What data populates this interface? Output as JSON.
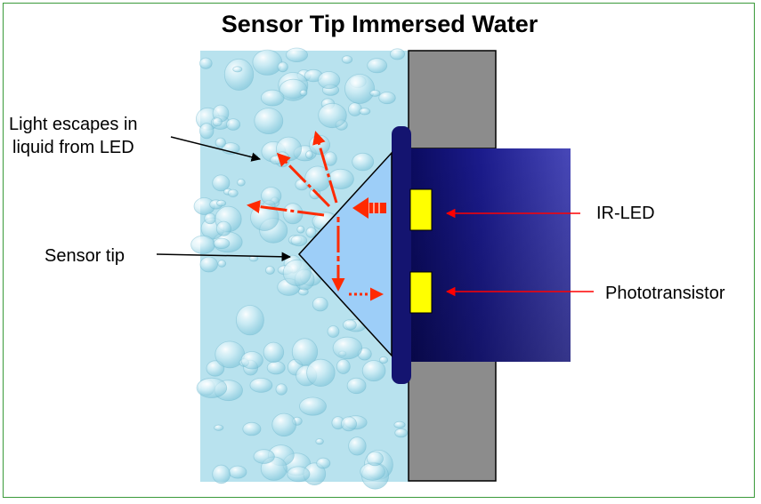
{
  "title": "Sensor Tip Immersed Water",
  "labels": {
    "light_escapes_line1": "Light escapes in",
    "light_escapes_line2": "liquid from LED",
    "sensor_tip": "Sensor tip",
    "ir_led": "IR-LED",
    "phototransistor": "Phototransistor"
  },
  "colors": {
    "water": "#b8e2ee",
    "prism": "#9dcef8",
    "sensor_body": "#1a1a8a",
    "mount": "#8c8c8c",
    "component": "#ffff00",
    "ray": "#ff2a00",
    "pointer_red": "#ff0000",
    "frame": "#3a9a3a"
  }
}
